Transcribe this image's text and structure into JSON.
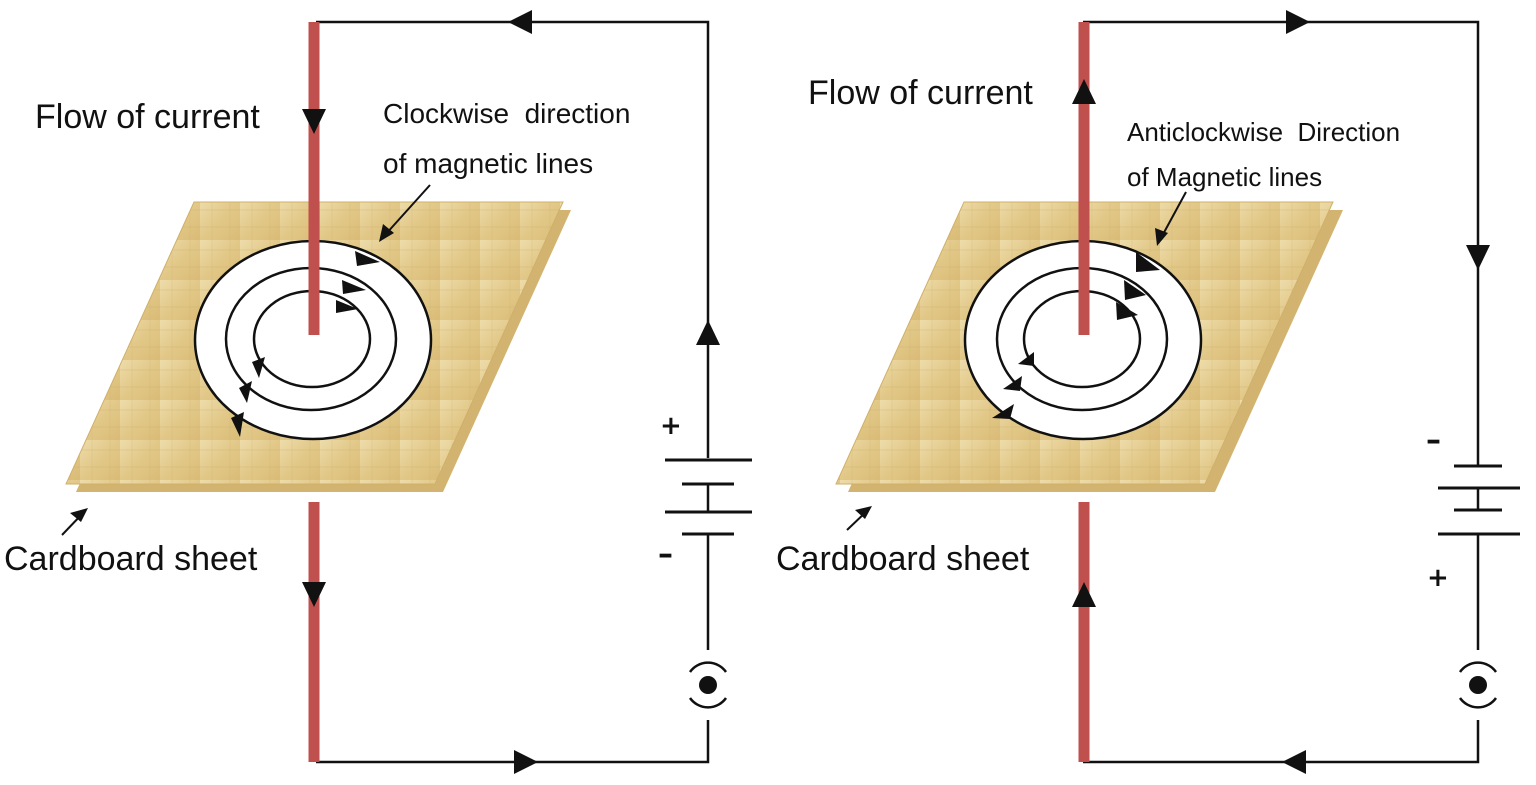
{
  "panels": [
    {
      "id": "left",
      "current_label": "Flow of current",
      "field_label_line1": "Clockwise  direction",
      "field_label_line2": "of magnetic lines",
      "sheet_label": "Cardboard sheet",
      "battery_top_sign": "+",
      "battery_bottom_sign": "–"
    },
    {
      "id": "right",
      "current_label": "Flow of current",
      "field_label_line1": "Anticlockwise  Direction",
      "field_label_line2": "of Magnetic lines",
      "sheet_label": "Cardboard sheet",
      "battery_top_sign": "–",
      "battery_bottom_sign": "+"
    }
  ],
  "colors": {
    "rod": "#c0504d",
    "cardboard": "#e6cd8c",
    "cardboard_shadow": "#d2b470",
    "wire": "#111111"
  }
}
